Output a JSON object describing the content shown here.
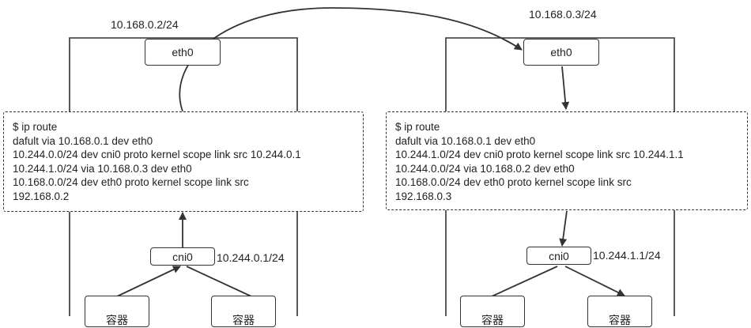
{
  "node1": {
    "host_ip": "10.168.0.2/24",
    "eth_label": "eth0",
    "route_lines": [
      "$ ip route",
      "dafult via 10.168.0.1 dev eth0",
      "10.244.0.0/24 dev cni0 proto kernel scope link src 10.244.0.1",
      "10.244.1.0/24 via 10.168.0.3 dev eth0",
      "10.168.0.0/24 dev eth0 proto kernel scope link src",
      "192.168.0.2"
    ],
    "cni_label": "cni0",
    "cni_ip": "10.244.0.1/24",
    "containers": [
      "容器",
      "容器"
    ]
  },
  "node2": {
    "host_ip": "10.168.0.3/24",
    "eth_label": "eth0",
    "route_lines": [
      "$ ip route",
      "dafult via 10.168.0.1 dev eth0",
      "10.244.1.0/24 dev cni0 proto kernel scope link src 10.244.1.1",
      "10.244.0.0/24 via 10.168.0.2 dev eth0",
      "10.168.0.0/24 dev eth0 proto kernel scope link src",
      "192.168.0.3"
    ],
    "cni_label": "cni0",
    "cni_ip": "10.244.1.1/24",
    "containers": [
      "容器",
      "容器"
    ]
  }
}
